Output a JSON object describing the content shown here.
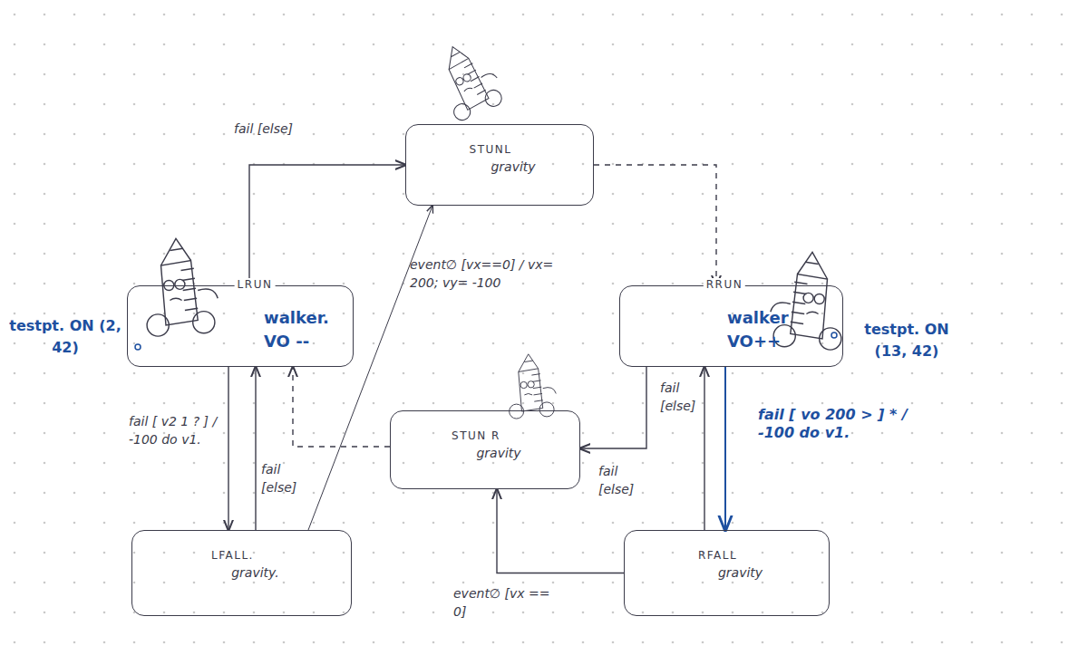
{
  "diagram": {
    "nodes": [
      {
        "text": [
          "STUNL",
          "gravity"
        ]
      },
      {
        "text": [
          "LRUN",
          "walker. VO --"
        ]
      },
      {
        "text": [
          "RRUN",
          "walker VO++"
        ]
      },
      {
        "text": [
          "STUN R",
          "gravity"
        ]
      },
      {
        "text": [
          "LFALL.",
          "gravity."
        ]
      },
      {
        "text": [
          "RFALL",
          "gravity"
        ]
      }
    ],
    "edges": [
      {
        "from": 1,
        "to": 0,
        "arrow": "to",
        "label": "fail [else]"
      },
      {
        "from": 0,
        "to": 2,
        "arrow": "to"
      },
      {
        "from": 1,
        "to": 4,
        "arrow": "to",
        "label": "fail [ v2 1 ? ] / -100 do v1."
      },
      {
        "from": 4,
        "to": 1,
        "arrow": "to",
        "label": "fail [else]"
      },
      {
        "from": 4,
        "to": 0,
        "arrow": "to",
        "label": "event∅ [vx==0] / vx= 200; vy= -100"
      },
      {
        "from": 3,
        "to": 1,
        "arrow": "to"
      },
      {
        "from": 2,
        "to": 3,
        "arrow": "to",
        "label": "fail [else]"
      },
      {
        "from": 5,
        "to": 2,
        "arrow": "to",
        "label": "fail [else]"
      },
      {
        "from": 2,
        "to": 5,
        "arrow": "to",
        "label": "fail [ vo 200 > ] * / -100 do v1."
      },
      {
        "from": 5,
        "to": 3,
        "arrow": "to",
        "label": "event∅ [vx == 0]"
      }
    ],
    "labels": [
      "testpt. ON (2, 42)",
      "testpt. ON (13, 42)"
    ]
  }
}
